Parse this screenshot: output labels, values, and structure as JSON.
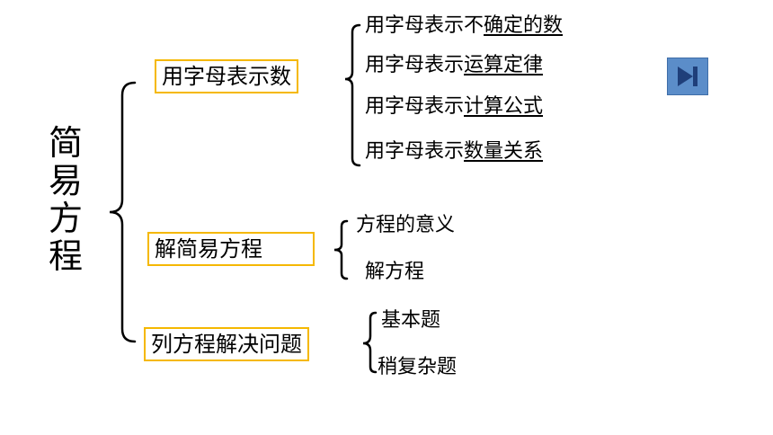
{
  "title_chars": [
    "简",
    "易",
    "方",
    "程"
  ],
  "branches": [
    {
      "label": "用字母表示数",
      "items": [
        {
          "plain": "用字母表示不",
          "underlined": "确定的数"
        },
        {
          "plain": "用字母表示",
          "underlined": "运算定律"
        },
        {
          "plain": "用字母表示",
          "underlined": "计算公式"
        },
        {
          "plain": "用字母表示",
          "underlined": "数量关系"
        }
      ]
    },
    {
      "label": "解简易方程",
      "items": [
        {
          "plain": "方程的意义",
          "underlined": ""
        },
        {
          "plain": "解方程",
          "underlined": ""
        }
      ]
    },
    {
      "label": "列方程解决问题",
      "items": [
        {
          "plain": "基本题",
          "underlined": ""
        },
        {
          "plain": "稍复杂题",
          "underlined": ""
        }
      ]
    }
  ],
  "colors": {
    "box_border": "#f5b800",
    "button_fill": "#5b8dc9",
    "icon": "#1f3f7a"
  },
  "next_button_icon": "skip-forward-icon"
}
